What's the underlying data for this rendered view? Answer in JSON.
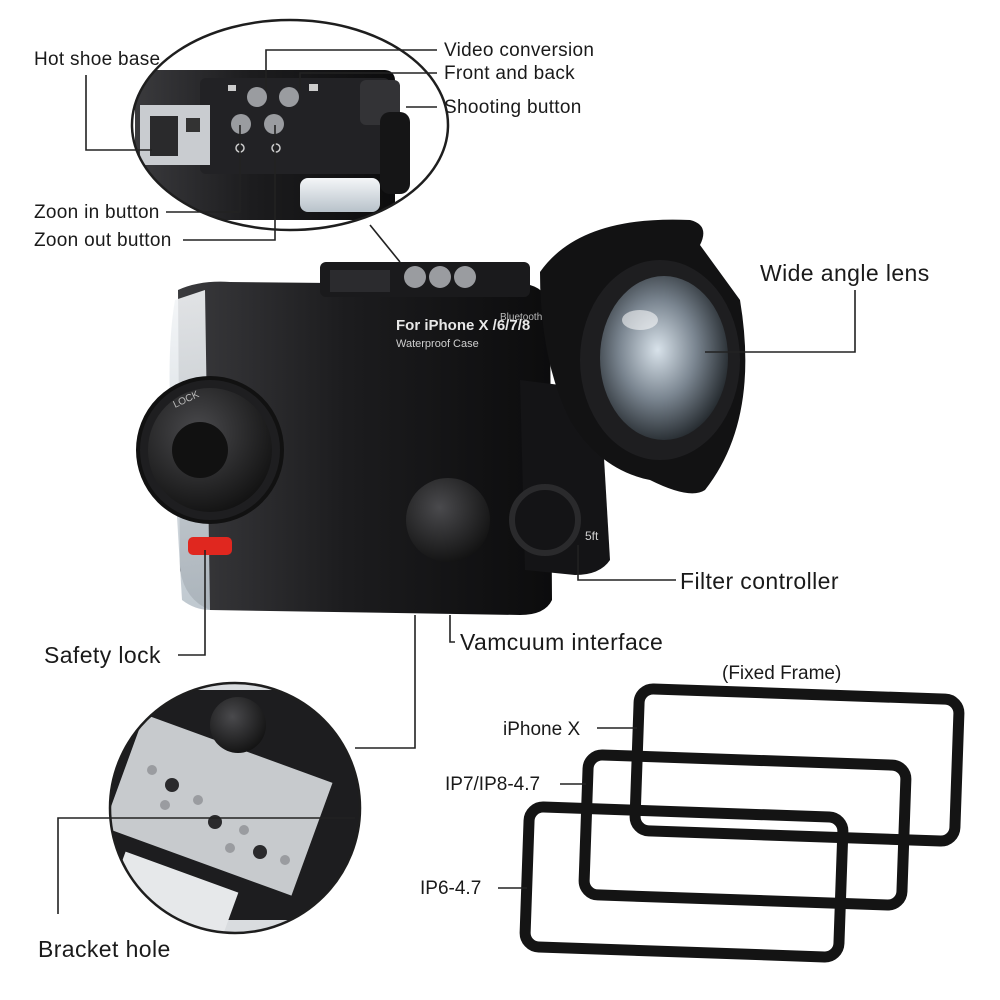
{
  "labels": {
    "hot_shoe_base": "Hot shoe base",
    "video_conversion": "Video conversion",
    "front_and_back": "Front and back",
    "shooting_button": "Shooting button",
    "zoom_in_button": "Zoon in button",
    "zoom_out_button": "Zoon out button",
    "wide_angle_lens": "Wide angle lens",
    "filter_controller": "Filter controller",
    "vacuum_interface": "Vamcuum interface",
    "safety_lock": "Safety lock",
    "bracket_hole": "Bracket hole",
    "fixed_frame": "(Fixed Frame)",
    "iphone_x": "iPhone X",
    "ip7_ip8": "IP7/IP8-4.7",
    "ip6": "IP6-4.7"
  },
  "housing_text": {
    "model": "For iPhone X /6/7/8",
    "subtitle": "Waterproof Case",
    "bluetooth": "Bluetooth",
    "lock": "LOCK",
    "depth": "5ft"
  },
  "colors": {
    "housing": "#1b1b1d",
    "safety_lock_accent": "#e0271f",
    "line": "#222222"
  }
}
